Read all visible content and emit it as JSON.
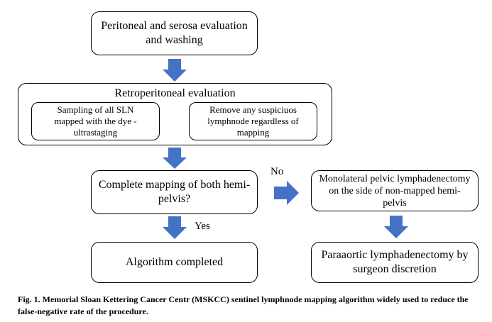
{
  "colors": {
    "arrow": "#4472C4",
    "border": "#000000"
  },
  "nodes": {
    "peritoneal": {
      "lines": [
        "Peritoneal and serosa evaluation",
        "and washing"
      ]
    },
    "retroperitoneal": {
      "title": "Retroperitoneal evaluation",
      "sampling": {
        "lines": [
          "Sampling of all SLN",
          "mapped with the dye -",
          "ultrastaging"
        ]
      },
      "remove": {
        "lines": [
          "Remove any suspiciuos",
          "lymphnode regardless of",
          "mapping"
        ]
      }
    },
    "complete_mapping": {
      "lines": [
        "Complete mapping of both hemi-",
        "pelvis?"
      ]
    },
    "monolateral": {
      "lines": [
        "Monolateral pelvic lymphadenectomy",
        "on the side of non-mapped hemi-",
        "pelvis"
      ]
    },
    "algorithm_completed": {
      "lines": [
        "Algorithm completed"
      ]
    },
    "paraaortic": {
      "lines": [
        "Paraaortic lymphadenectomy by",
        "surgeon discretion"
      ]
    }
  },
  "edge_labels": {
    "no": "No",
    "yes": "Yes"
  },
  "caption": "Fig. 1.  Memorial Sloan Kettering Cancer Centr (MSKCC) sentinel lymphnode mapping algorithm widely used to reduce the false-negative rate of the procedure."
}
